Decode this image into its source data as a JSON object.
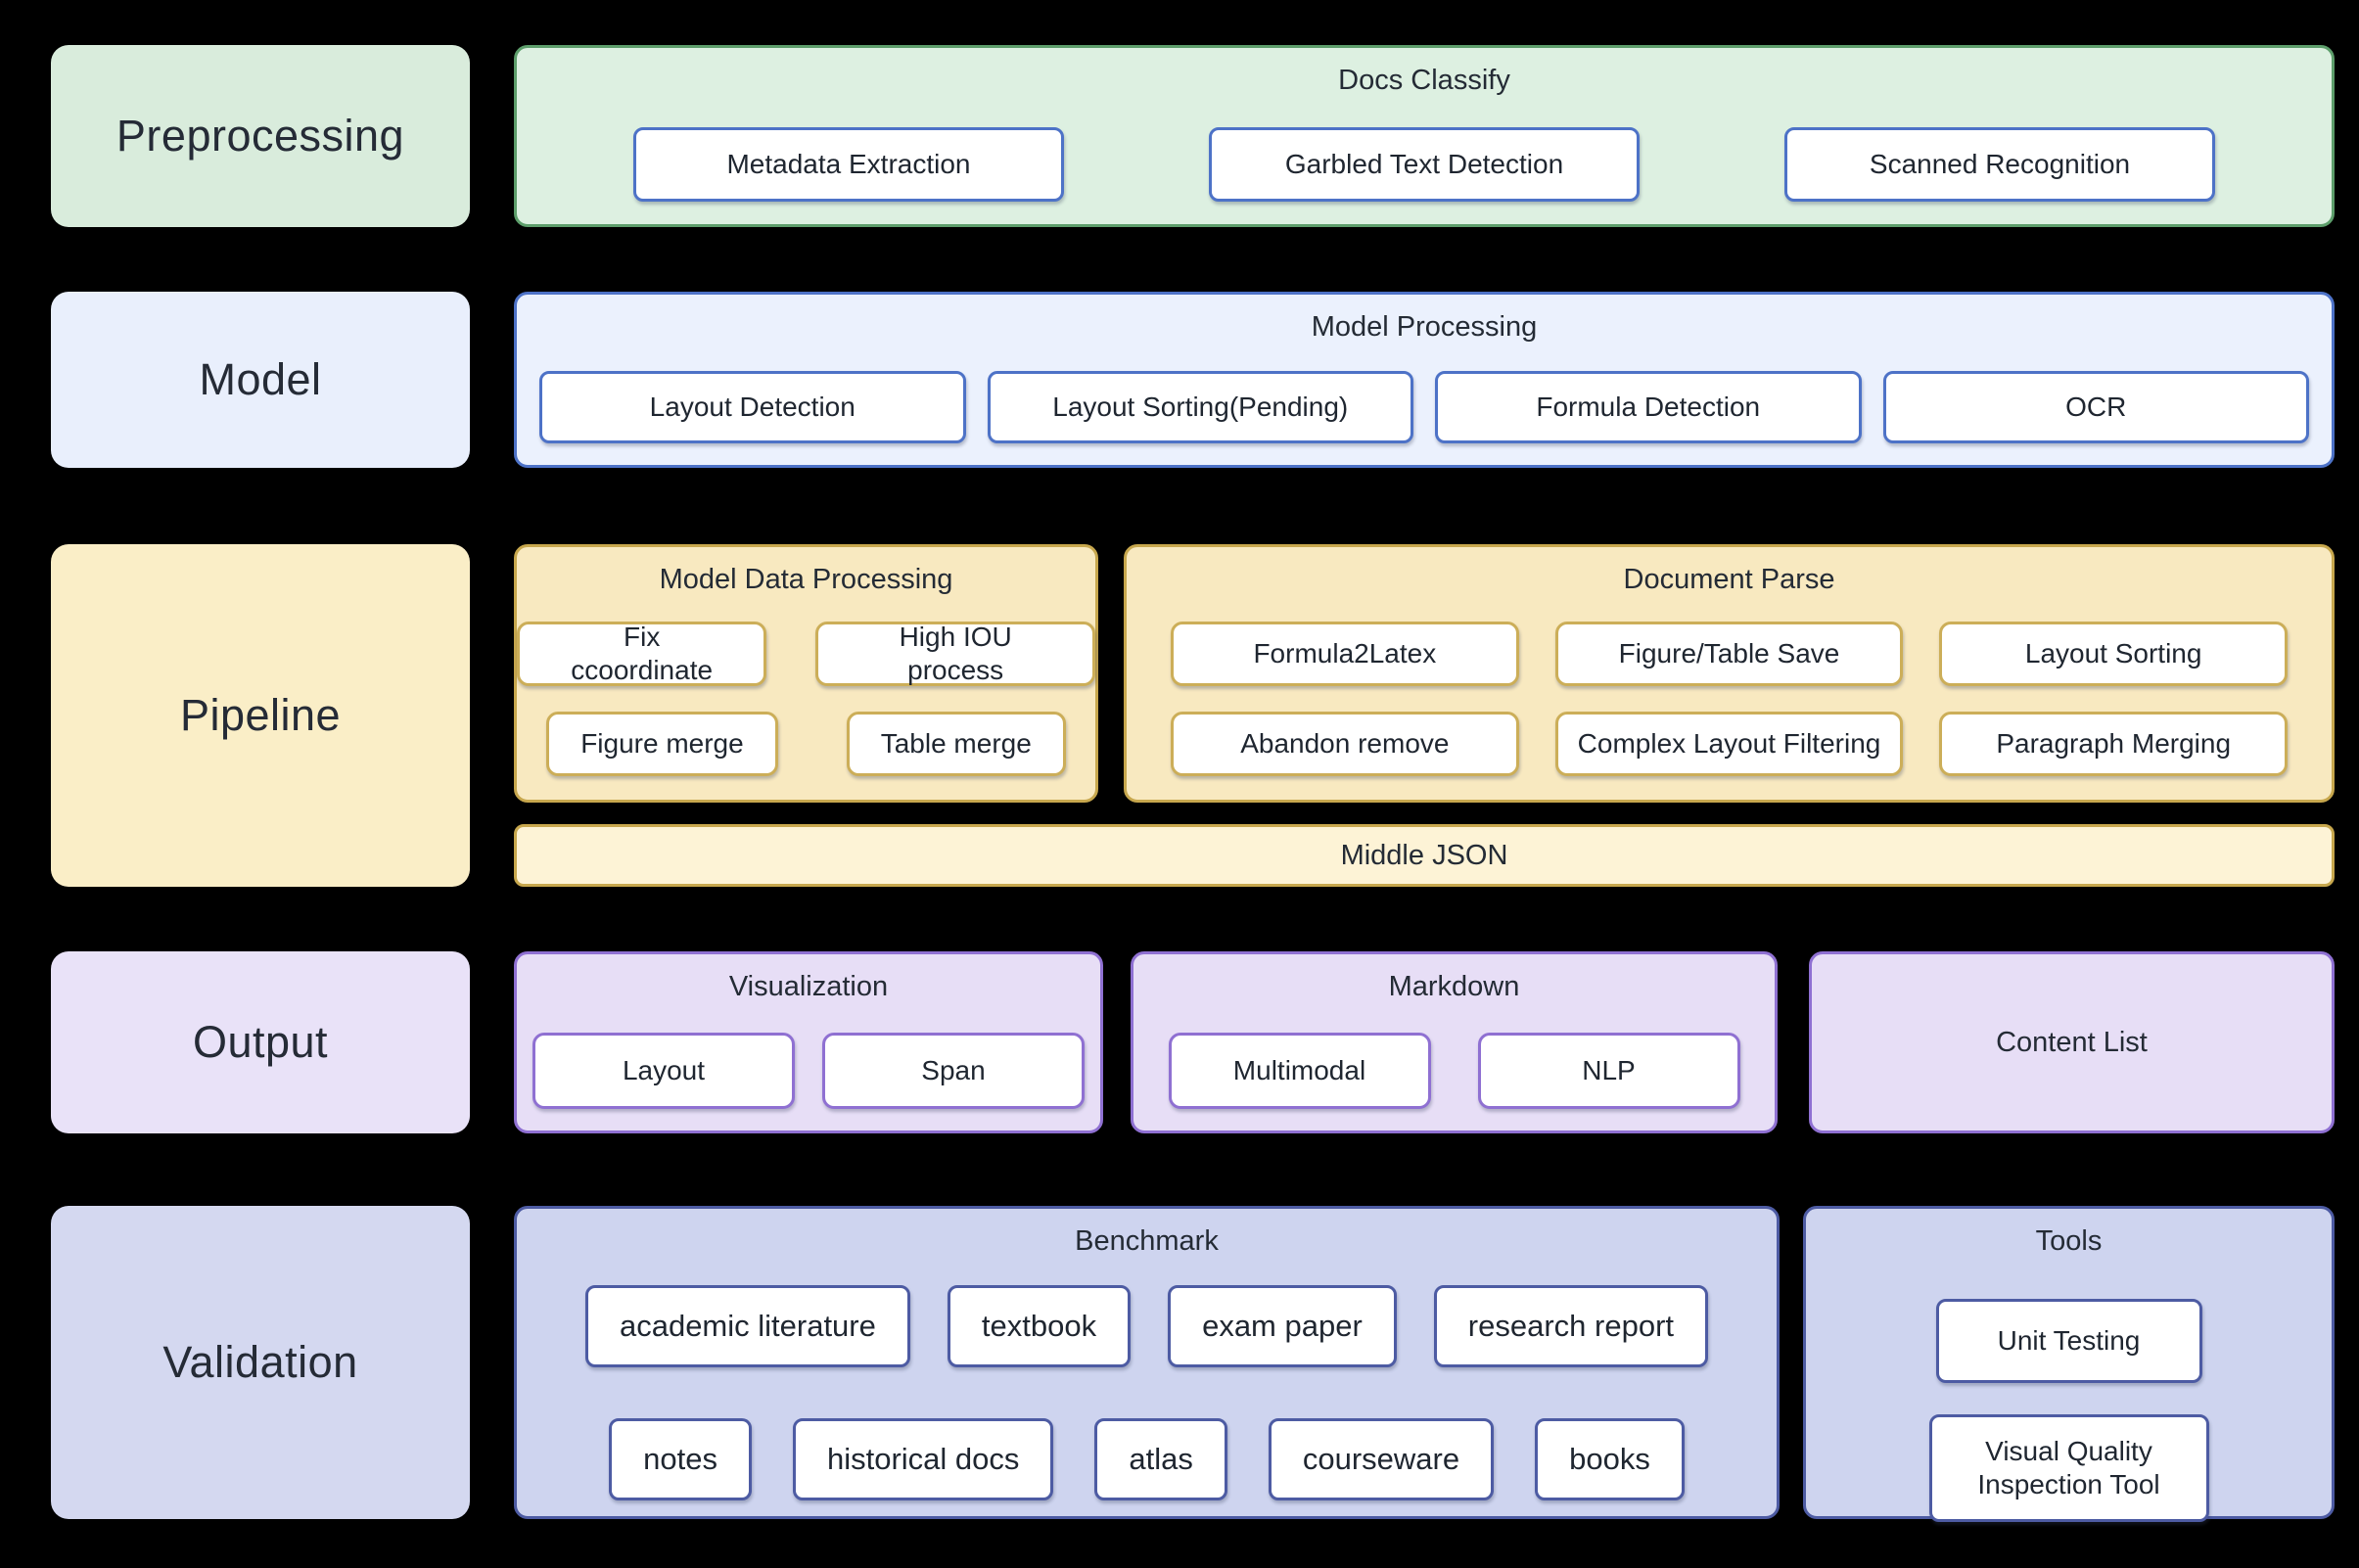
{
  "palette": {
    "background": "#000000",
    "text_dark": "#242b35",
    "green_border": "#5d9e6b",
    "green_fill": "#ddf0e1",
    "green_label_fill": "#d9ecdc",
    "blue_border": "#4d72c7",
    "blue_fill": "#ebf1fd",
    "blue_label_fill": "#e9effc",
    "gold_border": "#c7a74d",
    "gold_inner_border": "#ccae58",
    "gold_fill": "#f8e9c0",
    "gold_label_fill": "#faeec7",
    "middle_json_fill": "#fdf3d6",
    "purple_border": "#8f70d2",
    "purple_fill": "#e7def6",
    "purple_label_fill": "#e9e2f8",
    "navy_border": "#4d5ba3",
    "navy_fill": "#ced4ef",
    "navy_label_fill": "#d4d8f0",
    "box_fill": "#ffffff"
  },
  "sections": {
    "preprocessing": {
      "label": "Preprocessing",
      "container": {
        "title": "Docs Classify",
        "boxes": [
          "Metadata Extraction",
          "Garbled Text Detection",
          "Scanned Recognition"
        ]
      }
    },
    "model": {
      "label": "Model",
      "container": {
        "title": "Model Processing",
        "boxes": [
          "Layout Detection",
          "Layout Sorting(Pending)",
          "Formula Detection",
          "OCR"
        ]
      }
    },
    "pipeline": {
      "label": "Pipeline",
      "model_data_processing": {
        "title": "Model Data Processing",
        "rows": [
          [
            "Fix ccoordinate",
            "High IOU process"
          ],
          [
            "Figure merge",
            "Table merge"
          ]
        ]
      },
      "document_parse": {
        "title": "Document Parse",
        "rows": [
          [
            "Formula2Latex",
            "Figure/Table Save",
            "Layout Sorting"
          ],
          [
            "Abandon remove",
            "Complex Layout Filtering",
            "Paragraph Merging"
          ]
        ]
      },
      "middle_json": "Middle JSON"
    },
    "output": {
      "label": "Output",
      "visualization": {
        "title": "Visualization",
        "boxes": [
          "Layout",
          "Span"
        ]
      },
      "markdown": {
        "title": "Markdown",
        "boxes": [
          "Multimodal",
          "NLP"
        ]
      },
      "content_list": {
        "title": "Content List"
      }
    },
    "validation": {
      "label": "Validation",
      "benchmark": {
        "title": "Benchmark",
        "rows": [
          [
            "academic literature",
            "textbook",
            "exam paper",
            "research report"
          ],
          [
            "notes",
            "historical docs",
            "atlas",
            "courseware",
            "books"
          ]
        ]
      },
      "tools": {
        "title": "Tools",
        "boxes": [
          "Unit Testing",
          "Visual Quality Inspection Tool"
        ]
      }
    }
  }
}
